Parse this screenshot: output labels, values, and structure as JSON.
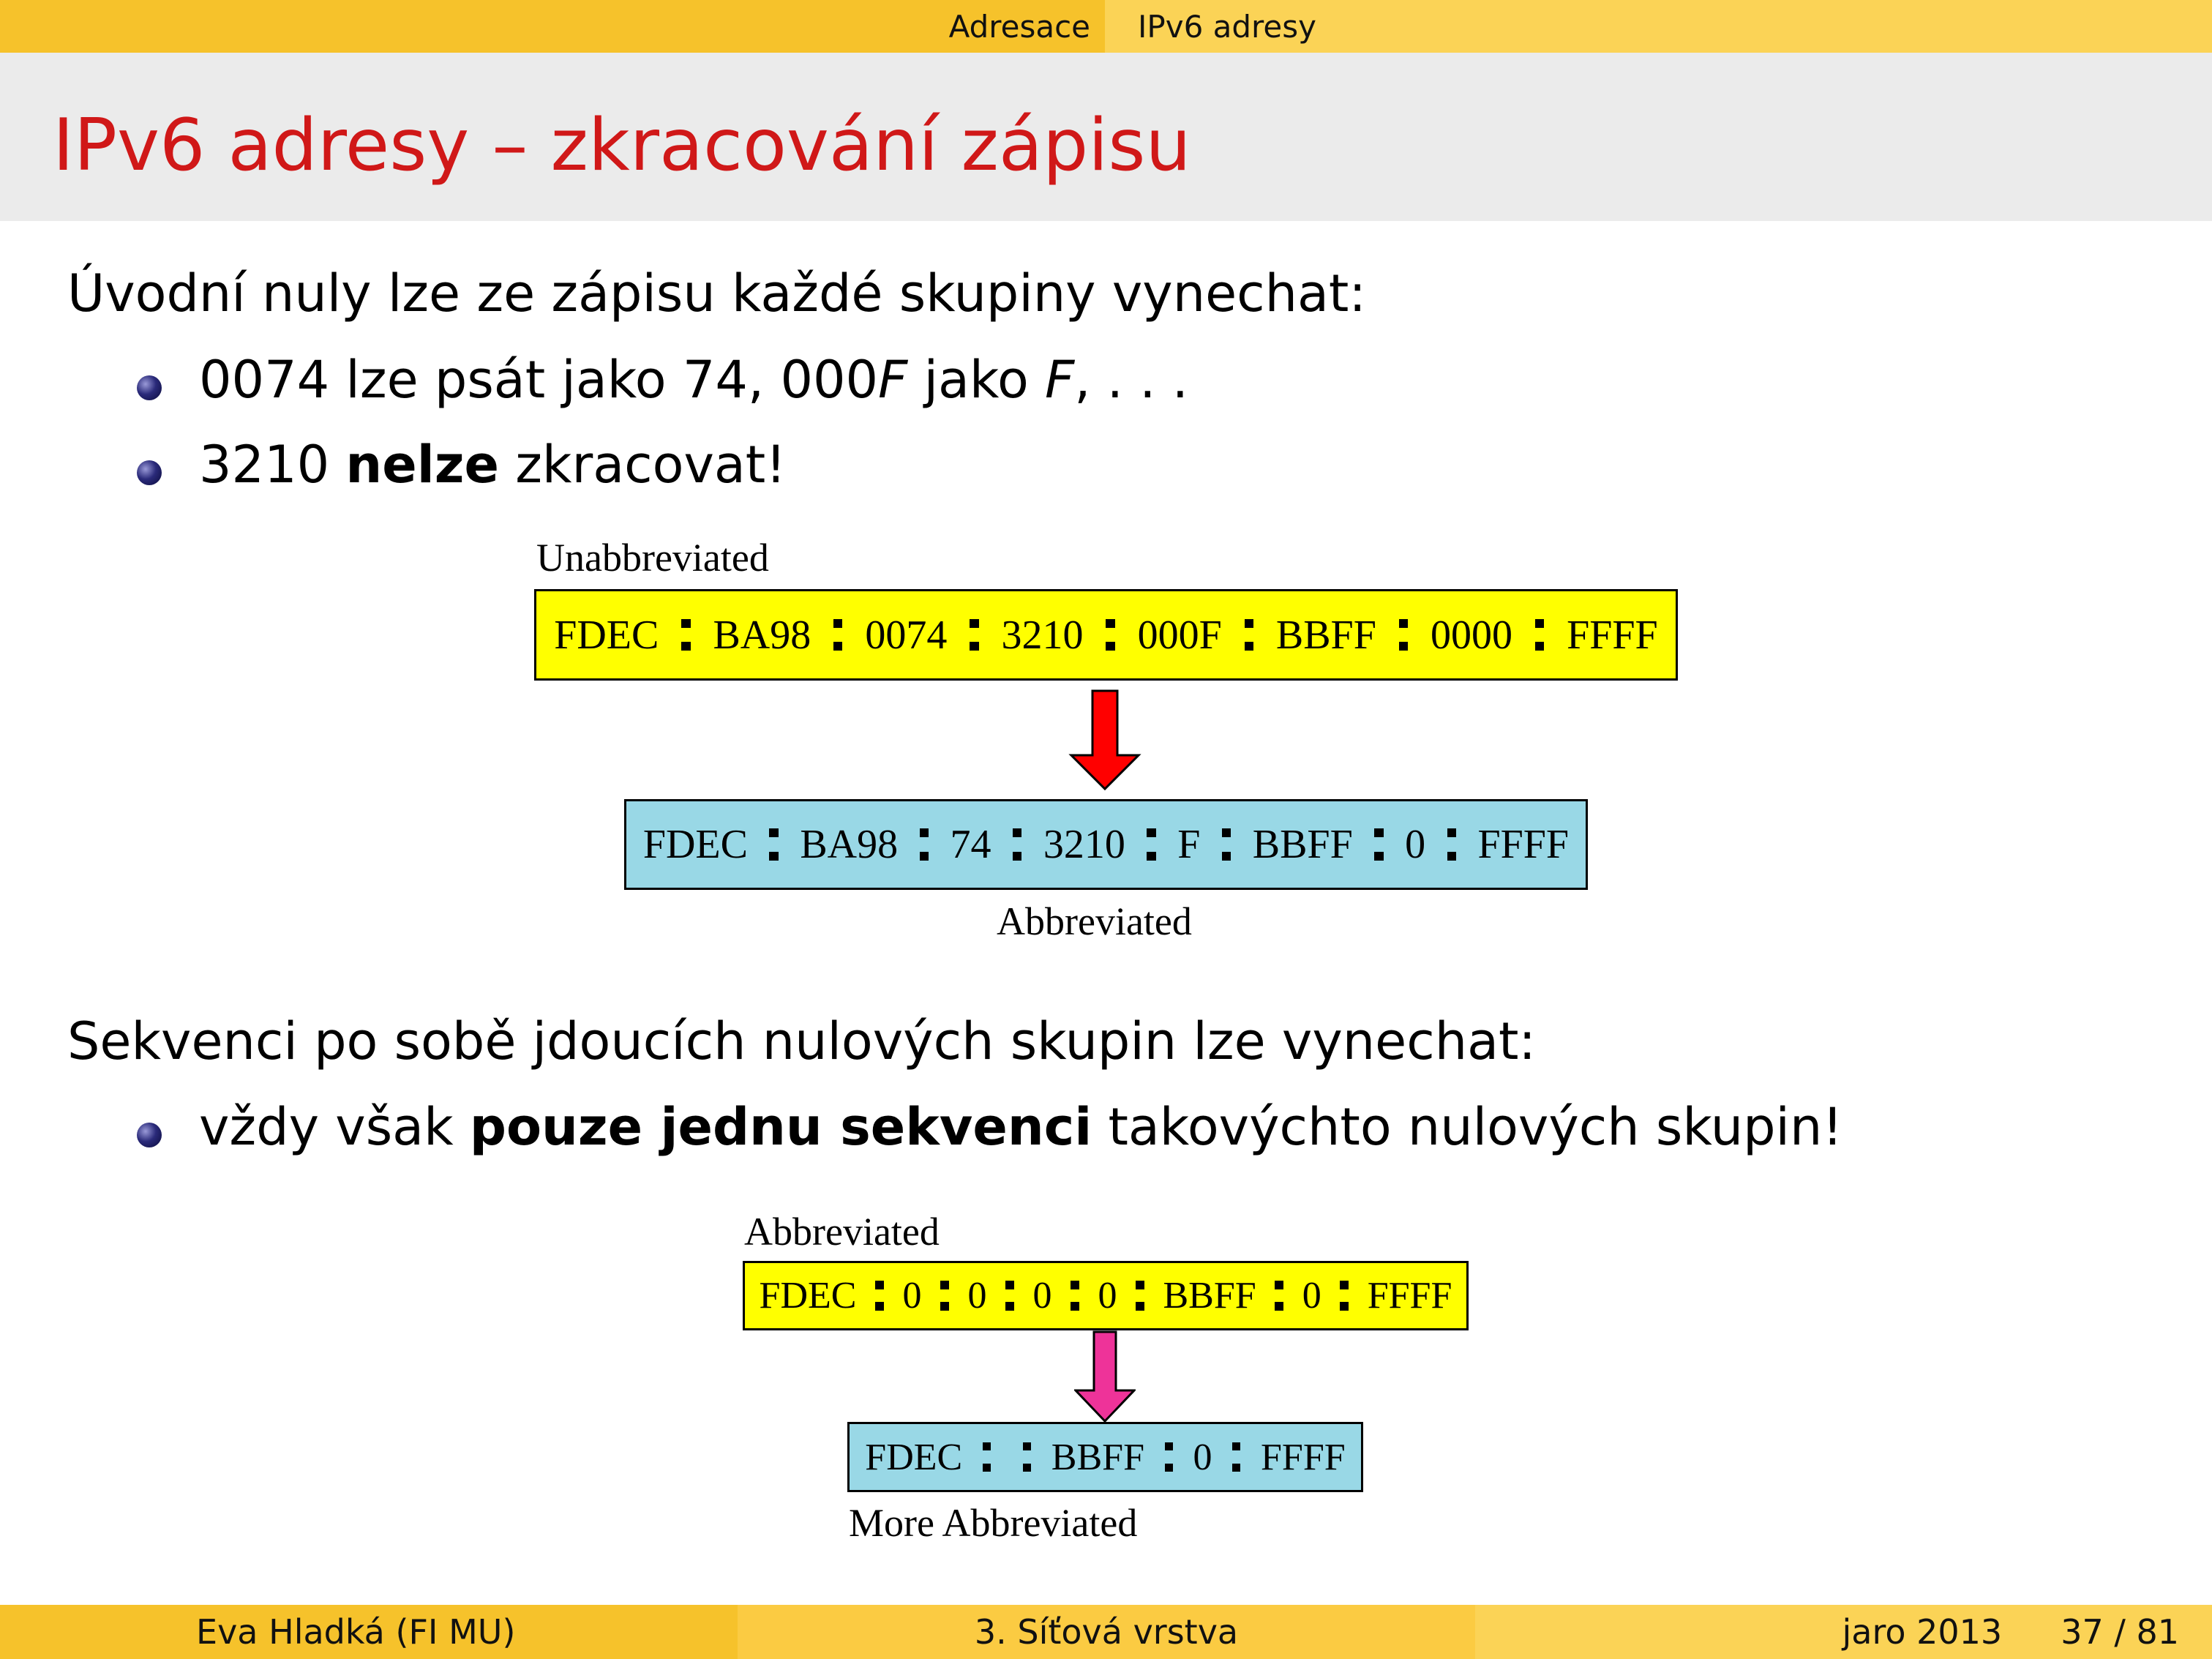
{
  "nav": {
    "section": "Adresace",
    "subsection": "IPv6 adresy"
  },
  "title": "IPv6 adresy – zkracování zápisu",
  "para1": {
    "intro": "Úvodní nuly lze ze zápisu každé skupiny vynechat:",
    "bullet1": {
      "a": "0074 lze psát jako 74, 000",
      "b": "F",
      "c": " jako ",
      "d": "F",
      "e": ", . . ."
    },
    "bullet2": {
      "a": "3210 ",
      "b": "nelze",
      "c": " zkracovat!"
    }
  },
  "diagram1": {
    "top_label": "Unabbreviated",
    "top_groups": [
      "FDEC",
      "BA98",
      "0074",
      "3210",
      "000F",
      "BBFF",
      "0000",
      "FFFF"
    ],
    "bottom_groups": [
      "FDEC",
      "BA98",
      "74",
      "3210",
      "F",
      "BBFF",
      "0",
      "FFFF"
    ],
    "bottom_label": "Abbreviated",
    "arrow_color": "#ff0000"
  },
  "para2": {
    "intro": "Sekvenci po sobě jdoucích nulových skupin lze vynechat:",
    "bullet1": {
      "a": "vždy však ",
      "b": "pouze jednu sekvenci",
      "c": " takovýchto nulových skupin!"
    }
  },
  "diagram2": {
    "top_label": "Abbreviated",
    "top_groups": [
      "FDEC",
      "0",
      "0",
      "0",
      "0",
      "BBFF",
      "0",
      "FFFF"
    ],
    "bottom_groups": [
      "FDEC",
      "",
      "BBFF",
      "0",
      "FFFF"
    ],
    "bottom_label": "More Abbreviated",
    "arrow_color": "#ee3399"
  },
  "footer": {
    "author": "Eva Hladká  (FI MU)",
    "chapter": "3. Síťová vrstva",
    "term": "jaro 2013",
    "page": "37 / 81"
  }
}
